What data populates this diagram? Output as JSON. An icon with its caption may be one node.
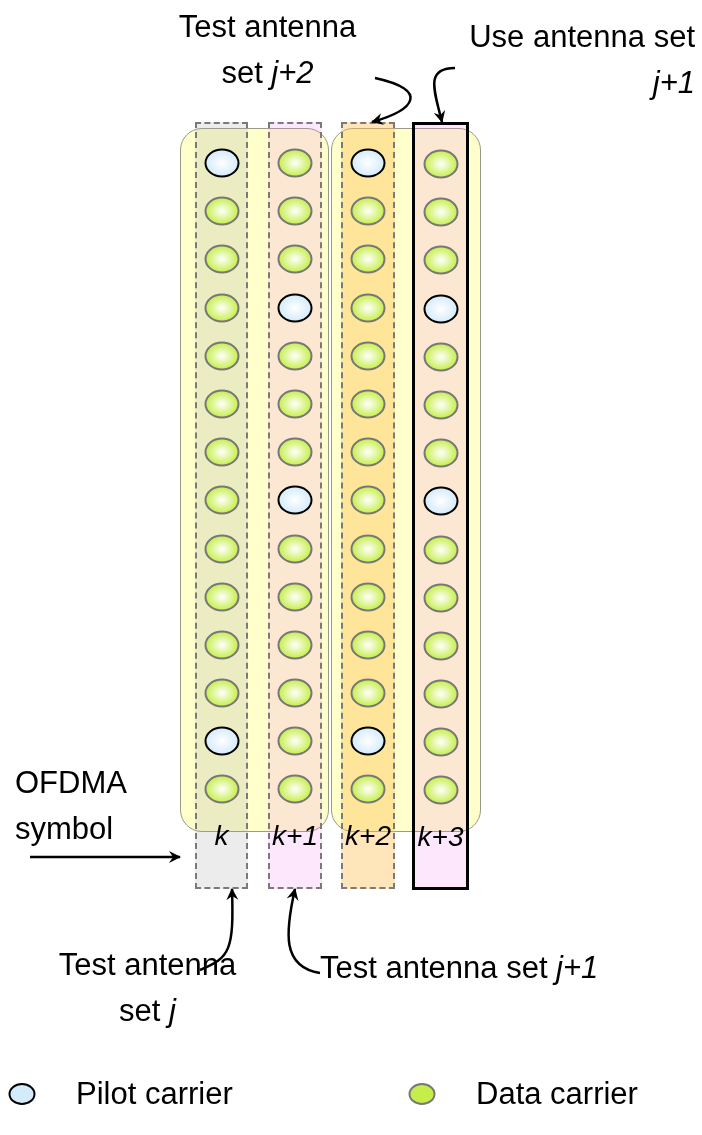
{
  "diagram": {
    "nodes": [
      {
        "text": [
          "Test antenna set *j+2*"
        ]
      },
      {
        "text": [
          "Use antenna set *j+1*"
        ]
      },
      {
        "text": [],
        "shape": "box"
      },
      {
        "text": [],
        "shape": "box"
      },
      {
        "text": [
          "k"
        ]
      },
      {
        "text": [
          "k+1"
        ]
      },
      {
        "text": [
          "k+2"
        ]
      },
      {
        "text": [
          "k+3"
        ]
      },
      {
        "text": [
          "OFDMA symbol"
        ]
      },
      {
        "text": [
          "Test antenna set *j*"
        ]
      },
      {
        "text": [
          "Test antenna set *j+1*"
        ]
      }
    ],
    "edges": [
      {
        "from": 0,
        "to": 6,
        "arrow": "to"
      },
      {
        "from": 1,
        "to": 7,
        "arrow": "to"
      },
      {
        "from": 8,
        "to": 2,
        "arrow": "to"
      },
      {
        "from": 9,
        "to": 4,
        "arrow": "to"
      },
      {
        "from": 10,
        "to": 5,
        "arrow": "to"
      }
    ],
    "legend": [
      {
        "text": "Pilot carrier",
        "color": "#d4ebfb"
      },
      {
        "text": "Data carrier",
        "color": "#c6ee4a"
      }
    ]
  }
}
